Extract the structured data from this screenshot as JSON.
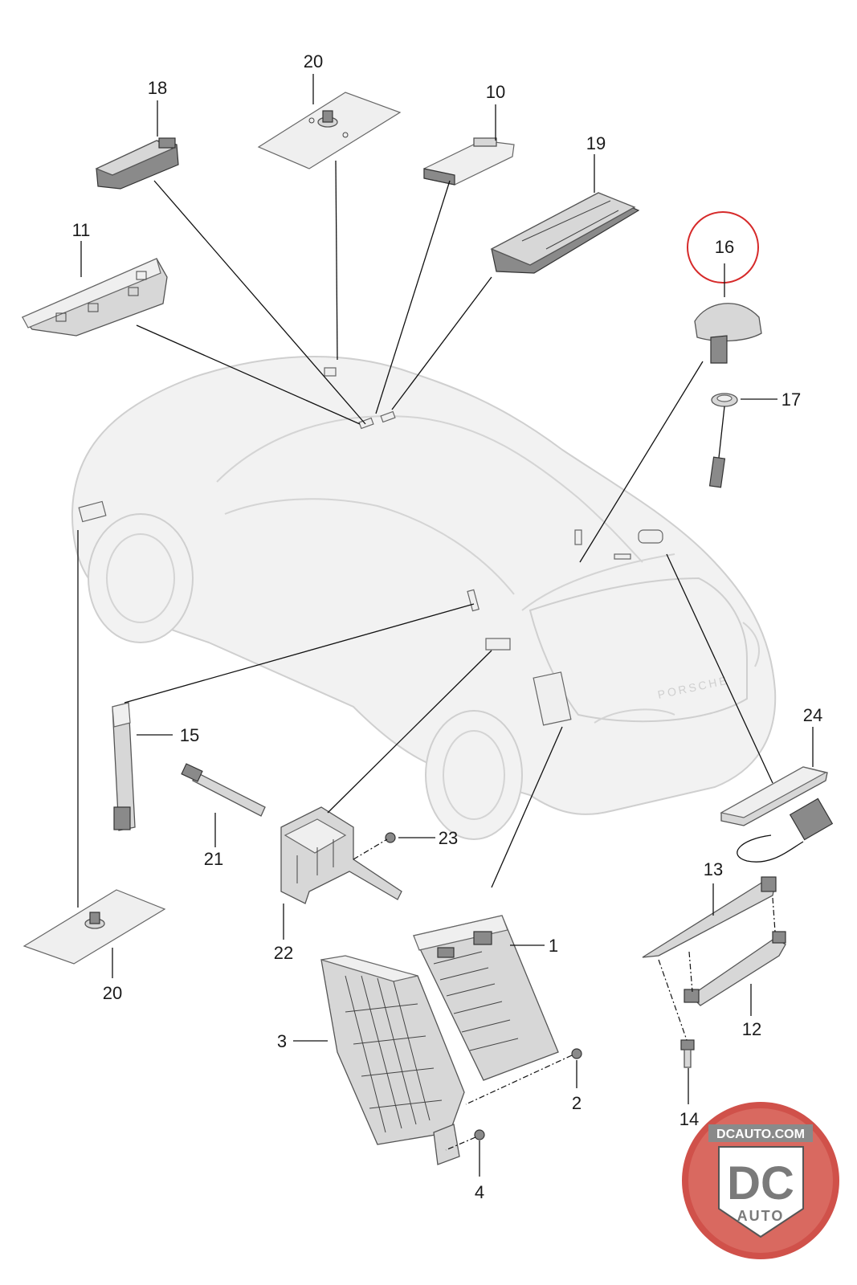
{
  "parts": [
    {
      "id": "p1",
      "label": "1"
    },
    {
      "id": "p2",
      "label": "2"
    },
    {
      "id": "p3",
      "label": "3"
    },
    {
      "id": "p4",
      "label": "4"
    },
    {
      "id": "p10",
      "label": "10"
    },
    {
      "id": "p11",
      "label": "11"
    },
    {
      "id": "p12",
      "label": "12"
    },
    {
      "id": "p13",
      "label": "13"
    },
    {
      "id": "p14",
      "label": "14"
    },
    {
      "id": "p15",
      "label": "15"
    },
    {
      "id": "p16",
      "label": "16"
    },
    {
      "id": "p17",
      "label": "17"
    },
    {
      "id": "p18",
      "label": "18"
    },
    {
      "id": "p19",
      "label": "19"
    },
    {
      "id": "p20a",
      "label": "20"
    },
    {
      "id": "p20b",
      "label": "20"
    },
    {
      "id": "p21",
      "label": "21"
    },
    {
      "id": "p22",
      "label": "22"
    },
    {
      "id": "p23",
      "label": "23"
    },
    {
      "id": "p24",
      "label": "24"
    }
  ],
  "car_badge": "PORSCHE",
  "watermark": {
    "text_top": "DCAUTO.COM",
    "text_mid": "DC",
    "text_bottom": "AUTO"
  },
  "colors": {
    "highlight_circle": "#d62a2a",
    "watermark_red": "#c8322a",
    "watermark_gray": "#8a8a8a"
  }
}
